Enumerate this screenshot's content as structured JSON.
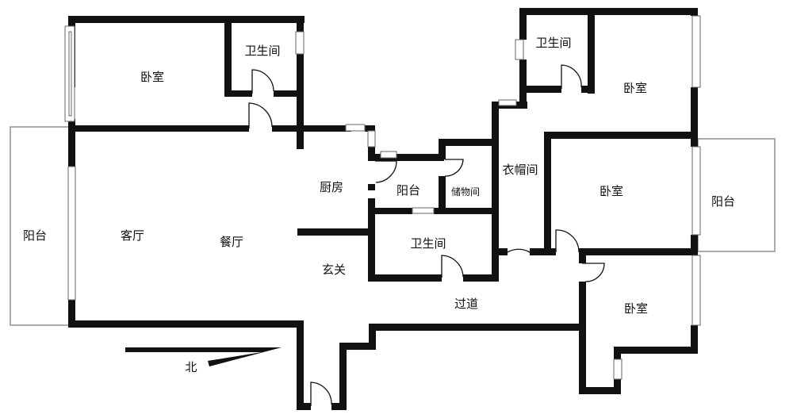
{
  "rooms": {
    "bedroom_nw": "卧室",
    "bath_nw": "卫生间",
    "bath_ne": "卫生间",
    "bedroom_ne": "卧室",
    "living": "客厅",
    "dining": "餐厅",
    "kitchen": "厨房",
    "balcony_small": "阳台",
    "storage": "储物间",
    "cloakroom": "衣帽间",
    "bedroom_east": "卧室",
    "balcony_east": "阳台",
    "balcony_west": "阳台",
    "entrance": "玄关",
    "bath_center": "卫生间",
    "corridor": "过道",
    "bedroom_se": "卧室"
  },
  "compass": {
    "label": "北"
  },
  "colors": {
    "wall": "#111111",
    "background": "#ffffff",
    "outline": "#888888"
  }
}
